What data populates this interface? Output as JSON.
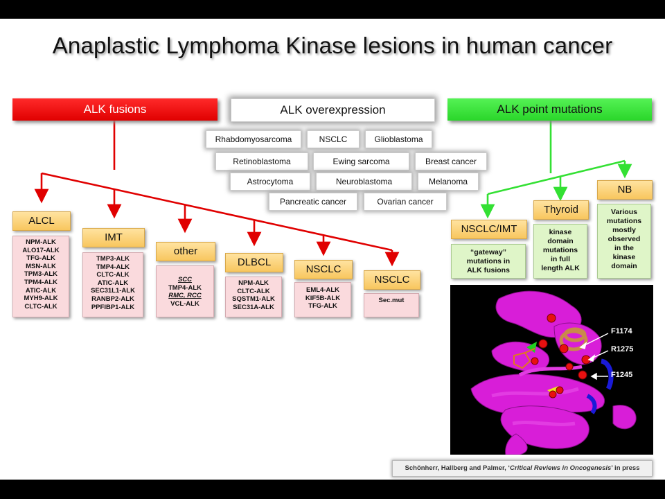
{
  "title": "Anaplastic Lymphoma Kinase lesions in human cancer",
  "headers": {
    "fusions": "ALK fusions",
    "overexpression": "ALK overexpression",
    "mutations": "ALK point mutations"
  },
  "overexpression": [
    "Rhabdomyosarcoma",
    "NSCLC",
    "Glioblastoma",
    "Retinoblastoma",
    "Ewing sarcoma",
    "Breast cancer",
    "Astrocytoma",
    "Neuroblastoma",
    "Melanoma",
    "Pancreatic cancer",
    "Ovarian cancer"
  ],
  "fusions": [
    {
      "name": "ALCL",
      "items": [
        "NPM-ALK",
        "ALO17-ALK",
        "TFG-ALK",
        "MSN-ALK",
        "TPM3-ALK",
        "TPM4-ALK",
        "ATIC-ALK",
        "MYH9-ALK",
        "CLTC-ALK"
      ]
    },
    {
      "name": "IMT",
      "items": [
        "TMP3-ALK",
        "TMP4-ALK",
        "CLTC-ALK",
        "ATIC-ALK",
        "SEC31L1-ALK",
        "RANBP2-ALK",
        "PPFIBP1-ALK"
      ]
    },
    {
      "name": "other",
      "items": [
        "SCC",
        "TMP4-ALK",
        "RMC, RCC",
        "VCL-ALK"
      ]
    },
    {
      "name": "DLBCL",
      "items": [
        "NPM-ALK",
        "CLTC-ALK",
        "SQSTM1-ALK",
        "SEC31A-ALK"
      ]
    },
    {
      "name": "NSCLC",
      "items": [
        "EML4-ALK",
        "KIF5B-ALK",
        "TFG-ALK"
      ]
    },
    {
      "name": "NSCLC",
      "items": [
        "Sec.mut"
      ]
    }
  ],
  "mutations": [
    {
      "name": "NSCLC/IMT",
      "lines": [
        "“gateway”",
        "mutations in",
        "ALK fusions"
      ]
    },
    {
      "name": "Thyroid",
      "lines": [
        "kinase",
        "domain",
        "mutations",
        "in full",
        "length ALK"
      ]
    },
    {
      "name": "NB",
      "lines": [
        "Various",
        "mutations",
        "mostly",
        "observed",
        "in the",
        "kinase",
        "domain"
      ]
    }
  ],
  "structure_labels": [
    "F1174",
    "R1275",
    "F1245"
  ],
  "citation": {
    "authors": "Schönherr, Hallberg and Palmer, ‘",
    "journal": "Critical Reviews in Oncogenesis",
    "suffix": "’ in press"
  },
  "colors": {
    "red": "#e00000",
    "green": "#33e033",
    "cat": "#f8c65e",
    "pink": "#fadadd",
    "lightgreen": "#dff5c8"
  }
}
